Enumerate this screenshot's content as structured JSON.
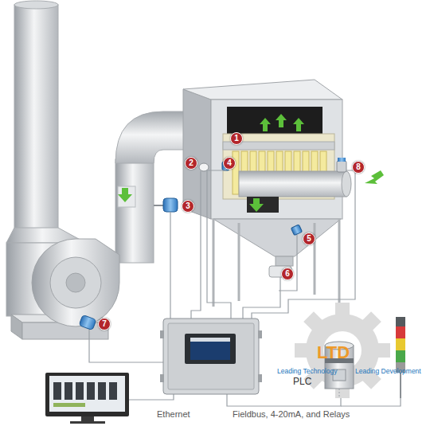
{
  "diagram": {
    "nodes": [
      {
        "text": [
          "1"
        ]
      },
      {
        "text": [
          "2"
        ]
      },
      {
        "text": [
          "3"
        ]
      },
      {
        "text": [
          "4"
        ]
      },
      {
        "text": [
          "5"
        ]
      },
      {
        "text": [
          "6"
        ]
      },
      {
        "text": [
          "7"
        ]
      },
      {
        "text": [
          "8"
        ]
      },
      {
        "text": [
          "PLC"
        ]
      }
    ],
    "labels": [
      "Ethernet",
      "Fieldbus, 4-20mA, and Relays",
      "LTD",
      "Leading Technology",
      "Leading Development"
    ]
  }
}
